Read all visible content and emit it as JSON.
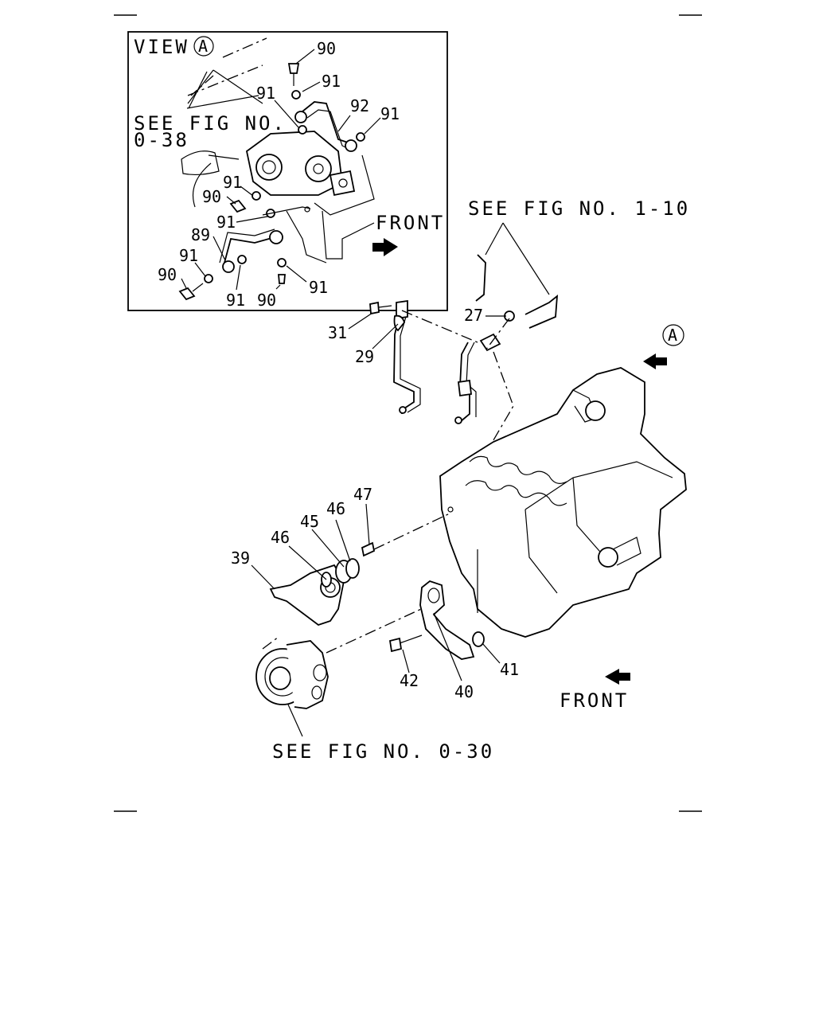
{
  "corner_marks": true,
  "inset": {
    "title": "VIEW",
    "title_circle": "A",
    "ref_fig": "SEE FIG NO.",
    "ref_fig_num": "0-38",
    "front_label": "FRONT",
    "callouts": [
      "90",
      "91",
      "91",
      "92",
      "91",
      "91",
      "90",
      "91",
      "89",
      "91",
      "90",
      "91",
      "91",
      "90"
    ]
  },
  "main": {
    "ref_fig_top": "SEE FIG NO. 1-10",
    "view_marker": "A",
    "ref_fig_bottom": "SEE FIG NO. 0-30",
    "front_label": "FRONT",
    "callouts": [
      "31",
      "29",
      "27",
      "47",
      "46",
      "45",
      "46",
      "39",
      "42",
      "40",
      "41"
    ]
  },
  "icons": [
    "front-arrow-icon",
    "view-arrow-icon"
  ]
}
